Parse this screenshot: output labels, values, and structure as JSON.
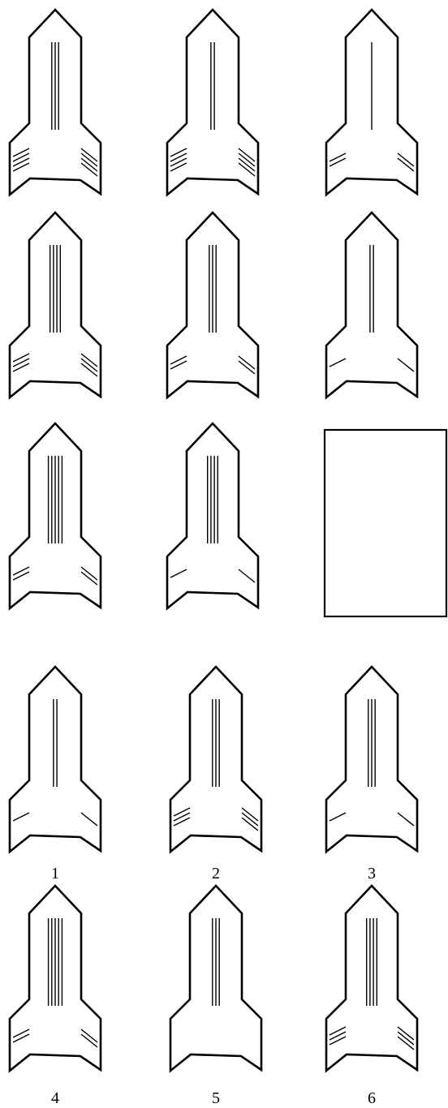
{
  "puzzle": {
    "grid_cells": [
      {
        "cell": "r1c1",
        "stripes": 3,
        "wing_lines": 4
      },
      {
        "cell": "r1c2",
        "stripes": 2,
        "wing_lines": 4
      },
      {
        "cell": "r1c3",
        "stripes": 1,
        "wing_lines": 2
      },
      {
        "cell": "r2c1",
        "stripes": 4,
        "wing_lines": 3
      },
      {
        "cell": "r2c2",
        "stripes": 3,
        "wing_lines": 2
      },
      {
        "cell": "r2c3",
        "stripes": 2,
        "wing_lines": 1
      },
      {
        "cell": "r3c1",
        "stripes": 5,
        "wing_lines": 2
      },
      {
        "cell": "r3c2",
        "stripes": 4,
        "wing_lines": 1
      },
      {
        "cell": "r3c3",
        "missing": true
      }
    ],
    "options": [
      {
        "label": "1",
        "stripes": 2,
        "wing_lines": 1
      },
      {
        "label": "2",
        "stripes": 3,
        "wing_lines": 3
      },
      {
        "label": "3",
        "stripes": 3,
        "wing_lines": 1
      },
      {
        "label": "4",
        "stripes": 5,
        "wing_lines": 2
      },
      {
        "label": "5",
        "stripes": 3,
        "wing_lines": 0
      },
      {
        "label": "6",
        "stripes": 4,
        "wing_lines": 3
      }
    ]
  }
}
